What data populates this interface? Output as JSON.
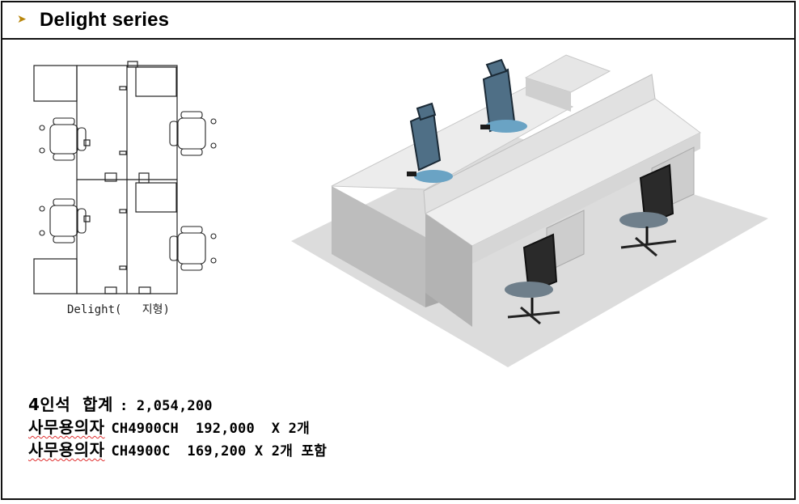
{
  "header": {
    "title": "Delight series",
    "bullet_icon": "triangle-bullet-icon"
  },
  "plan": {
    "caption": "Delight(   지형)"
  },
  "summary": {
    "line1_label": "4인석  합계",
    "line1_value": ": 2,054,200",
    "line2_label": "사무용의자",
    "line2_value": "CH4900CH  192,000  X 2개",
    "line3_label": "사무용의자",
    "line3_value": "CH4900C  169,200 X 2개 포함"
  },
  "colors": {
    "accent_bullet": "#b8860b",
    "spell_underline": "#e03030"
  }
}
